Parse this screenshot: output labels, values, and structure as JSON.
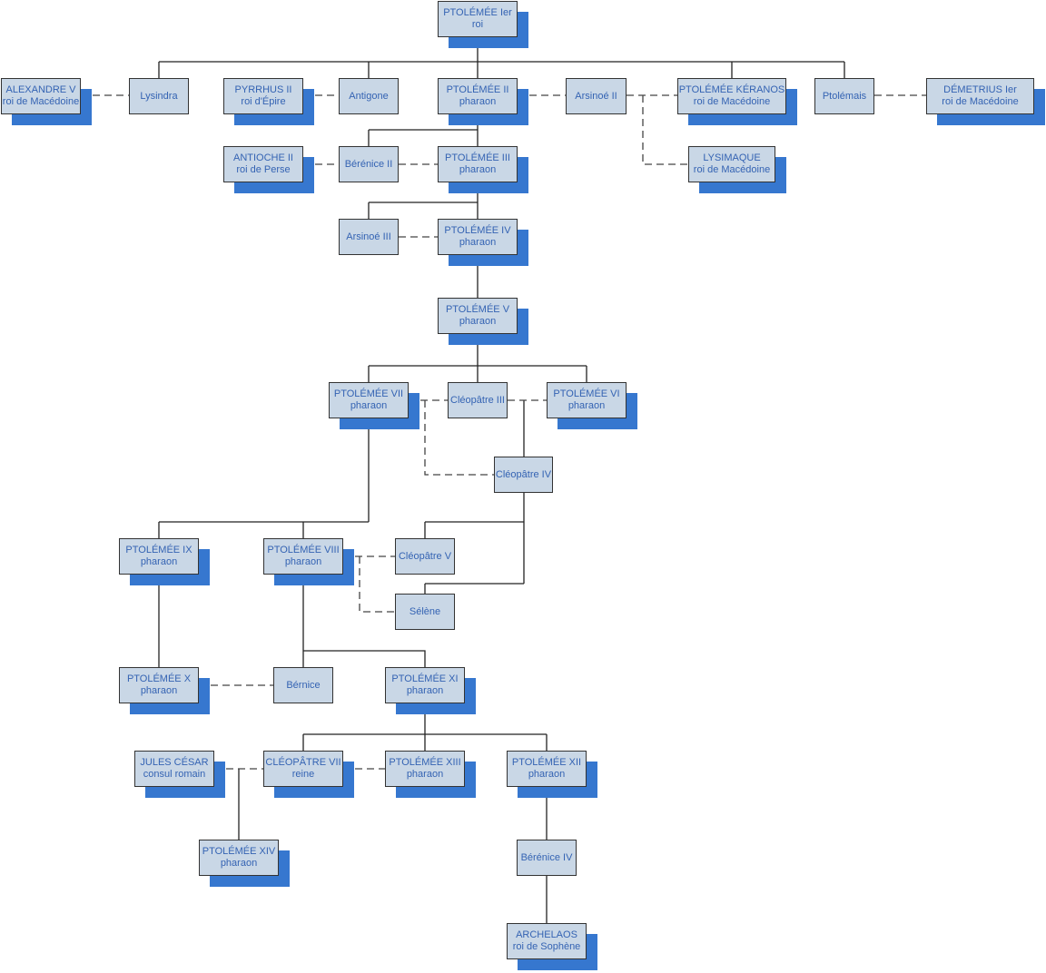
{
  "nodes": [
    {
      "id": "ptolemee-1",
      "name": "PTOLÉMÉE Ier",
      "title": "roi"
    },
    {
      "id": "alexandre-5",
      "name": "ALEXANDRE V",
      "title": "roi de Macédoine"
    },
    {
      "id": "lysindra",
      "name": "Lysindra",
      "title": ""
    },
    {
      "id": "pyrrhus-2",
      "name": "PYRRHUS II",
      "title": "roi d'Épire"
    },
    {
      "id": "antigone",
      "name": "Antigone",
      "title": ""
    },
    {
      "id": "ptolemee-2",
      "name": "PTOLÉMÉE II",
      "title": "pharaon"
    },
    {
      "id": "arsinoe-2",
      "name": "Arsinoé II",
      "title": ""
    },
    {
      "id": "ptolemee-keranos",
      "name": "PTOLÉMÉE KÉRANOS",
      "title": "roi de Macédoine"
    },
    {
      "id": "ptolemais",
      "name": "Ptolémais",
      "title": ""
    },
    {
      "id": "demetrius-1",
      "name": "DÉMETRIUS Ier",
      "title": "roi de Macédoine"
    },
    {
      "id": "antioche-2",
      "name": "ANTIOCHE II",
      "title": "roi de Perse"
    },
    {
      "id": "berenice-2",
      "name": "Bérénice II",
      "title": ""
    },
    {
      "id": "ptolemee-3",
      "name": "PTOLÉMÉE III",
      "title": "pharaon"
    },
    {
      "id": "lysimaque",
      "name": "LYSIMAQUE",
      "title": "roi de Macédoine"
    },
    {
      "id": "arsinoe-3",
      "name": "Arsinoé III",
      "title": ""
    },
    {
      "id": "ptolemee-4",
      "name": "PTOLÉMÉE IV",
      "title": "pharaon"
    },
    {
      "id": "ptolemee-5",
      "name": "PTOLÉMÉE V",
      "title": "pharaon"
    },
    {
      "id": "ptolemee-7",
      "name": "PTOLÉMÉE VII",
      "title": "pharaon"
    },
    {
      "id": "cleopatre-3",
      "name": "Cléopâtre III",
      "title": ""
    },
    {
      "id": "ptolemee-6",
      "name": "PTOLÉMÉE VI",
      "title": "pharaon"
    },
    {
      "id": "cleopatre-4",
      "name": "Cléopâtre IV",
      "title": ""
    },
    {
      "id": "ptolemee-9",
      "name": "PTOLÉMÉE IX",
      "title": "pharaon"
    },
    {
      "id": "ptolemee-8",
      "name": "PTOLÉMÉE VIII",
      "title": "pharaon"
    },
    {
      "id": "cleopatre-5",
      "name": "Cléopâtre V",
      "title": ""
    },
    {
      "id": "selene",
      "name": "Sélène",
      "title": ""
    },
    {
      "id": "ptolemee-10",
      "name": "PTOLÉMÉE X",
      "title": "pharaon"
    },
    {
      "id": "bernice",
      "name": "Bérnice",
      "title": ""
    },
    {
      "id": "ptolemee-11",
      "name": "PTOLÉMÉE XI",
      "title": "pharaon"
    },
    {
      "id": "jules-cesar",
      "name": "JULES CÉSAR",
      "title": "consul romain"
    },
    {
      "id": "cleopatre-7",
      "name": "CLÉOPÂTRE VII",
      "title": "reine"
    },
    {
      "id": "ptolemee-13",
      "name": "PTOLÉMÉE XIII",
      "title": "pharaon"
    },
    {
      "id": "ptolemee-12",
      "name": "PTOLÉMÉE XII",
      "title": "pharaon"
    },
    {
      "id": "ptolemee-14",
      "name": "PTOLÉMÉE XIV",
      "title": "pharaon"
    },
    {
      "id": "berenice-4",
      "name": "Bérénice IV",
      "title": ""
    },
    {
      "id": "archelaos",
      "name": "ARCHELAOS",
      "title": "roi de Sophène"
    }
  ],
  "colors": {
    "box_fill": "#c9d7e6",
    "shadow": "#3677cf",
    "text": "#3463b3",
    "line": "#333333"
  }
}
